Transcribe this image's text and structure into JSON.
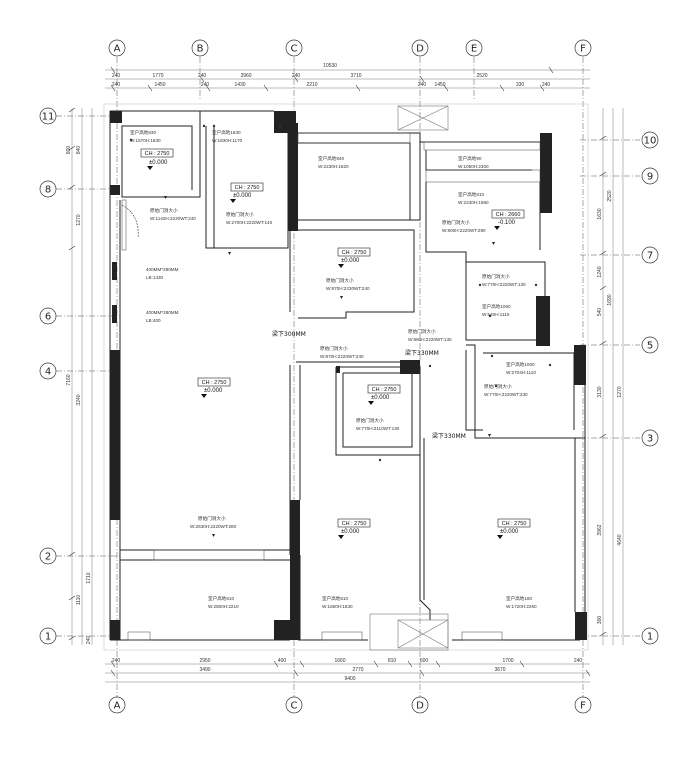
{
  "grid": {
    "columns": [
      "A",
      "B",
      "C",
      "D",
      "E",
      "F"
    ],
    "rows_left": [
      "11",
      "8",
      "6",
      "4",
      "2",
      "1"
    ],
    "rows_right": [
      "10",
      "9",
      "7",
      "5",
      "3",
      "1"
    ]
  },
  "dimensions": {
    "top_total": "10530",
    "top_row1": [
      "240",
      "1770",
      "240",
      "3960",
      "240",
      "3710",
      "2520"
    ],
    "top_row2": [
      "240",
      "1450",
      "240",
      "1430",
      "2210",
      "240",
      "1450",
      "330",
      "240"
    ],
    "bottom_row1": [
      "240",
      "2950",
      "400",
      "1660",
      "810",
      "600",
      "1700",
      "240"
    ],
    "bottom_row2": [
      "3490",
      "2770",
      "3670"
    ],
    "bottom_total": "9400",
    "left": [
      "800",
      "840",
      "1270",
      "3240",
      "7160",
      "1710",
      "1110",
      "240"
    ],
    "right": [
      "2520",
      "1630",
      "1240",
      "540",
      "1690",
      "3130",
      "1270",
      "3962",
      "4640",
      "300"
    ]
  },
  "ceiling_tags": [
    {
      "id": "ch1",
      "label": "CH : 2750",
      "level": "±0.000"
    },
    {
      "id": "ch2",
      "label": "CH : 2750",
      "level": "±0.000"
    },
    {
      "id": "ch3",
      "label": "CH : 2750",
      "level": "±0.000"
    },
    {
      "id": "ch4",
      "label": "CH : 2750",
      "level": "±0.000"
    },
    {
      "id": "ch5",
      "label": "CH : 2750",
      "level": "±0.000"
    },
    {
      "id": "ch6",
      "label": "CH : 2750",
      "level": "±0.000"
    },
    {
      "id": "ch7",
      "label": "CH : 2750",
      "level": "±0.000"
    },
    {
      "id": "ch8",
      "label": "CH : 2660",
      "level": "-0.100"
    }
  ],
  "beam_notes": [
    "梁下300MM",
    "梁下330MM",
    "梁下330MM"
  ],
  "room_labels": [
    "室户高地830",
    "W:1570H:1830",
    "室户高地1830",
    "W:1830H:1170",
    "原始门洞大小",
    "W:1140H:2220WT:240",
    "原始门洞大小",
    "W:2700H:2220WT:140",
    "室户高地940",
    "W:2230H:1820",
    "原始门洞大小",
    "W:870H:2230WT:240",
    "室户高地90",
    "W:1050H:2300",
    "室户高地810",
    "W:2230H:1960",
    "原始门洞大小",
    "W:900H:2220WT:290",
    "原始门洞大小",
    "W:770H:2220WT:130",
    "室户高地1060",
    "W:540H:1110",
    "原始门洞大小",
    "W:880H:2220WT:130",
    "原始门洞大小",
    "W:870H:2220WT:240",
    "室户高地1000",
    "W:2704H:1110",
    "原始门洞大小",
    "W:770H:2220WT:230",
    "原始门洞大小",
    "W:770H:2110WT:130",
    "400MM*280MM",
    "LB:1430",
    "400MM*280MM",
    "LB:400",
    "原始门洞大小",
    "W:2630H:2220WT:280",
    "室户高地810",
    "W:2800H:2210",
    "室户高地810",
    "W:1860H:1830",
    "室户高地180",
    "W:1720H:2260"
  ]
}
